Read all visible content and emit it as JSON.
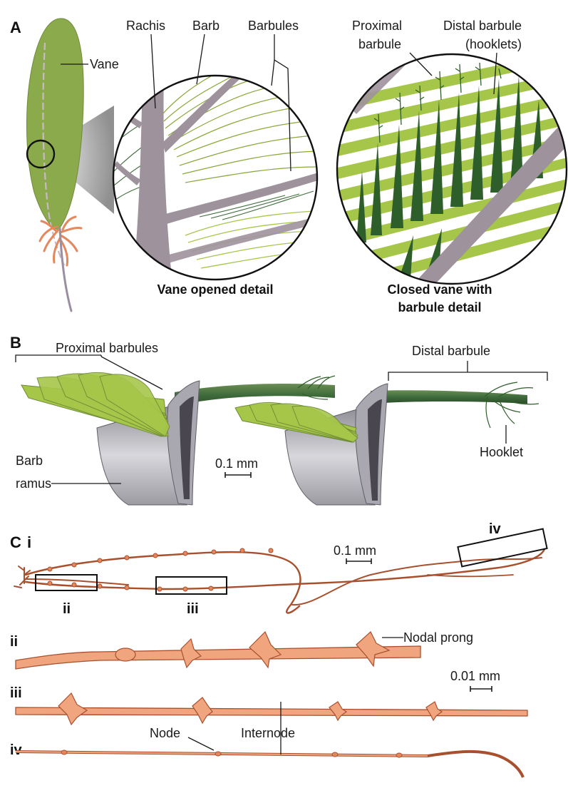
{
  "panels": {
    "a": "A",
    "b": "B",
    "c": "C",
    "c_i": "i",
    "c_ii": "ii",
    "c_iii": "iii",
    "c_iv": "iv"
  },
  "panel_a": {
    "vane": "Vane",
    "rachis": "Rachis",
    "barb": "Barb",
    "barbules": "Barbules",
    "proximal_barbule_line1": "Proximal",
    "proximal_barbule_line2": "barbule",
    "distal_barbule_line1": "Distal barbule",
    "distal_barbule_line2": "(hooklets)",
    "caption_opened": "Vane opened detail",
    "caption_closed_line1": "Closed vane with",
    "caption_closed_line2": "barbule detail"
  },
  "panel_b": {
    "proximal_barbules": "Proximal barbules",
    "distal_barbule": "Distal barbule",
    "barb_ramus_line1": "Barb",
    "barb_ramus_line2": "ramus",
    "hooklet": "Hooklet",
    "scale": "0.1 mm"
  },
  "panel_c": {
    "scale_i": "0.1 mm",
    "inset_ii": "ii",
    "inset_iii": "iii",
    "inset_iv": "iv",
    "nodal_prong": "Nodal prong",
    "scale_detail": "0.01 mm",
    "node": "Node",
    "internode": "Internode"
  },
  "colors": {
    "vane_green": "#8aaa4c",
    "light_green": "#a6c64a",
    "dark_green": "#2e5e2a",
    "rachis_grey": "#9e929c",
    "ramus_grey": "#b7b6bd",
    "orange": "#e4875c",
    "orange_dark": "#a8502e"
  }
}
